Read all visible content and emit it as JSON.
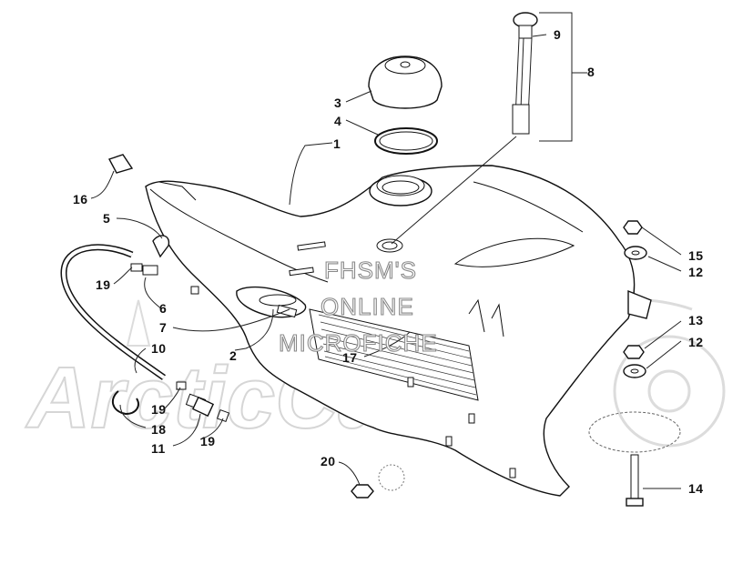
{
  "watermark": {
    "line1": "FHSM'S",
    "line2": "ONLINE",
    "line3": "MICROFICHE",
    "brand": "ArcticCat"
  },
  "callouts": [
    {
      "id": "c1",
      "text": "1"
    },
    {
      "id": "c2",
      "text": "2"
    },
    {
      "id": "c3",
      "text": "3"
    },
    {
      "id": "c4",
      "text": "4"
    },
    {
      "id": "c5",
      "text": "5"
    },
    {
      "id": "c6",
      "text": "6"
    },
    {
      "id": "c7",
      "text": "7"
    },
    {
      "id": "c8",
      "text": "8"
    },
    {
      "id": "c9",
      "text": "9"
    },
    {
      "id": "c10",
      "text": "10"
    },
    {
      "id": "c11",
      "text": "11"
    },
    {
      "id": "c12a",
      "text": "12"
    },
    {
      "id": "c12b",
      "text": "12"
    },
    {
      "id": "c13",
      "text": "13"
    },
    {
      "id": "c14",
      "text": "14"
    },
    {
      "id": "c15",
      "text": "15"
    },
    {
      "id": "c16",
      "text": "16"
    },
    {
      "id": "c17",
      "text": "17"
    },
    {
      "id": "c18",
      "text": "18"
    },
    {
      "id": "c19a",
      "text": "19"
    },
    {
      "id": "c19b",
      "text": "19"
    },
    {
      "id": "c19c",
      "text": "19"
    },
    {
      "id": "c20",
      "text": "20"
    }
  ],
  "colors": {
    "line": "#111111",
    "watermark_stroke": "#8a8a8a",
    "brand_stroke": "#d6d6d6"
  }
}
